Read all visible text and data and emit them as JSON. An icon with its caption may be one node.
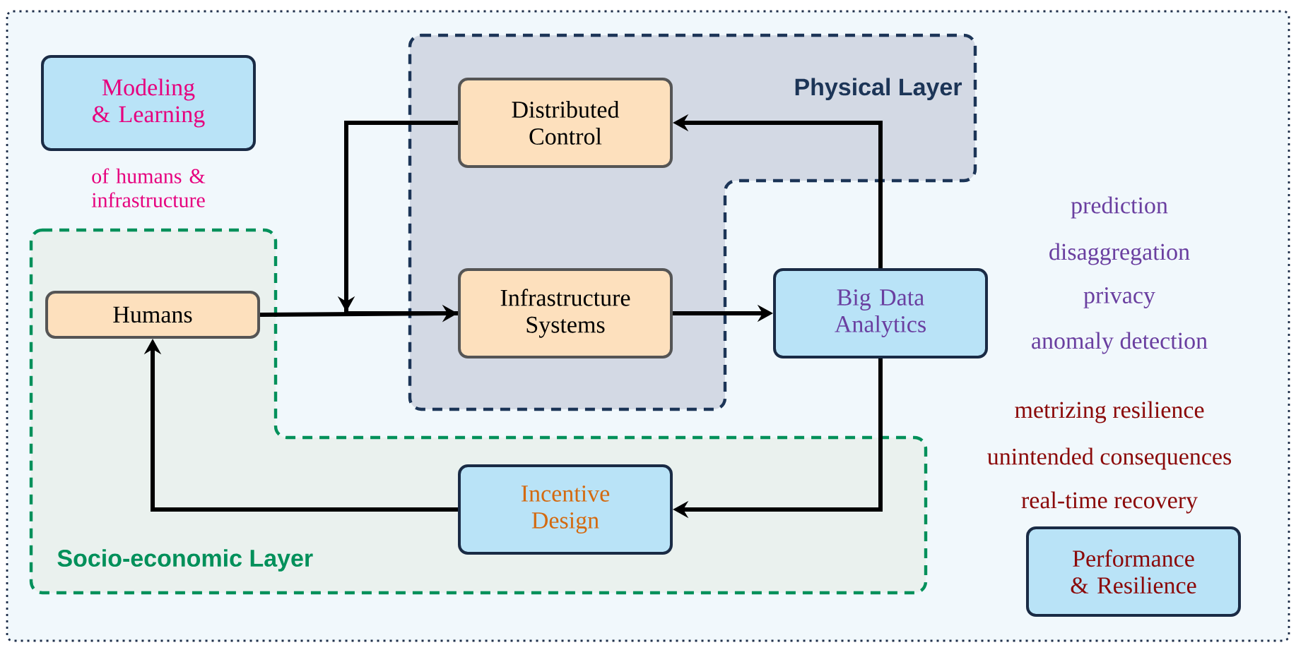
{
  "diagram": {
    "nodes": [
      {
        "text": [
          "Physical Layer"
        ]
      },
      {
        "text": [
          "Socio-economic Layer"
        ]
      },
      {
        "text": [
          "Modeling & Learning"
        ],
        "beside": [
          "of humans & infrastructure"
        ]
      },
      {
        "text": [
          "Distributed Control"
        ],
        "in": 0
      },
      {
        "text": [
          "Humans"
        ],
        "in": 1
      },
      {
        "text": [
          "Infrastructure Systems"
        ],
        "in": 0
      },
      {
        "text": [
          "Big Data Analytics"
        ]
      },
      {
        "text": [
          "Incentive Design"
        ],
        "in": 1
      },
      {
        "text": [
          "Performance & Resilience"
        ]
      }
    ],
    "edges": [
      {
        "from": 4,
        "to": 5,
        "arrow": "to"
      },
      {
        "from": 3,
        "to": 5,
        "arrow": "to"
      },
      {
        "from": 5,
        "to": 6,
        "arrow": "to"
      },
      {
        "from": 6,
        "to": 3,
        "arrow": "to"
      },
      {
        "from": 6,
        "to": 7,
        "arrow": "to"
      },
      {
        "from": 7,
        "to": 4,
        "arrow": "to"
      }
    ],
    "labels": [
      "prediction",
      "disaggregation",
      "privacy",
      "anomaly detection",
      "metrizing resilience",
      "unintended consequences",
      "real-time recovery"
    ]
  }
}
